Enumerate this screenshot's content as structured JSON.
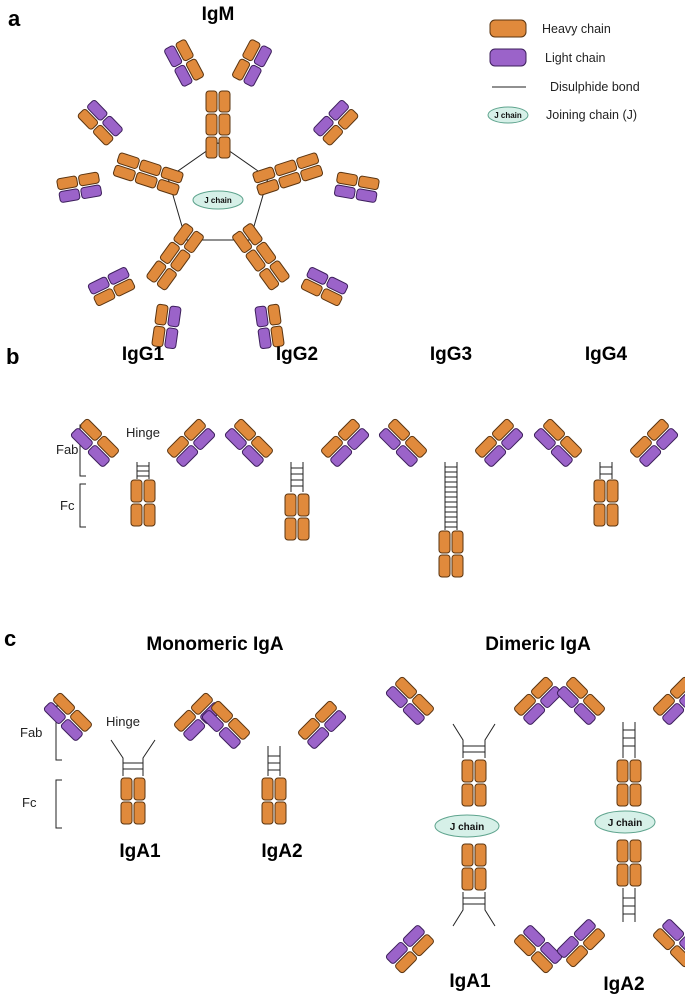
{
  "panels": {
    "a": "a",
    "b": "b",
    "c": "c"
  },
  "titles": {
    "igm": "IgM",
    "igg1": "IgG1",
    "igg2": "IgG2",
    "igg3": "IgG3",
    "igg4": "IgG4",
    "monomeric_iga": "Monomeric IgA",
    "dimeric_iga": "Dimeric IgA",
    "iga1_mono": "IgA1",
    "iga2_mono": "IgA2",
    "iga1_di": "IgA1",
    "iga2_di": "IgA2"
  },
  "legend": {
    "heavy_chain": "Heavy chain",
    "light_chain": "Light chain",
    "disulphide_bond": "Disulphide bond",
    "joining_chain": "Joining chain (J)",
    "j_chain_icon_text": "J chain"
  },
  "labels": {
    "fab_b": "Fab",
    "fc_b": "Fc",
    "hinge_b": "Hinge",
    "fab_c": "Fab",
    "fc_c": "Fc",
    "hinge_c": "Hinge",
    "j_chain_igm": "J chain",
    "j_chain_iga1": "J chain",
    "j_chain_iga2": "J chain"
  },
  "colors": {
    "heavy": "#e08a3c",
    "light": "#9b63c9",
    "j_chain": "#d6f0e8"
  }
}
